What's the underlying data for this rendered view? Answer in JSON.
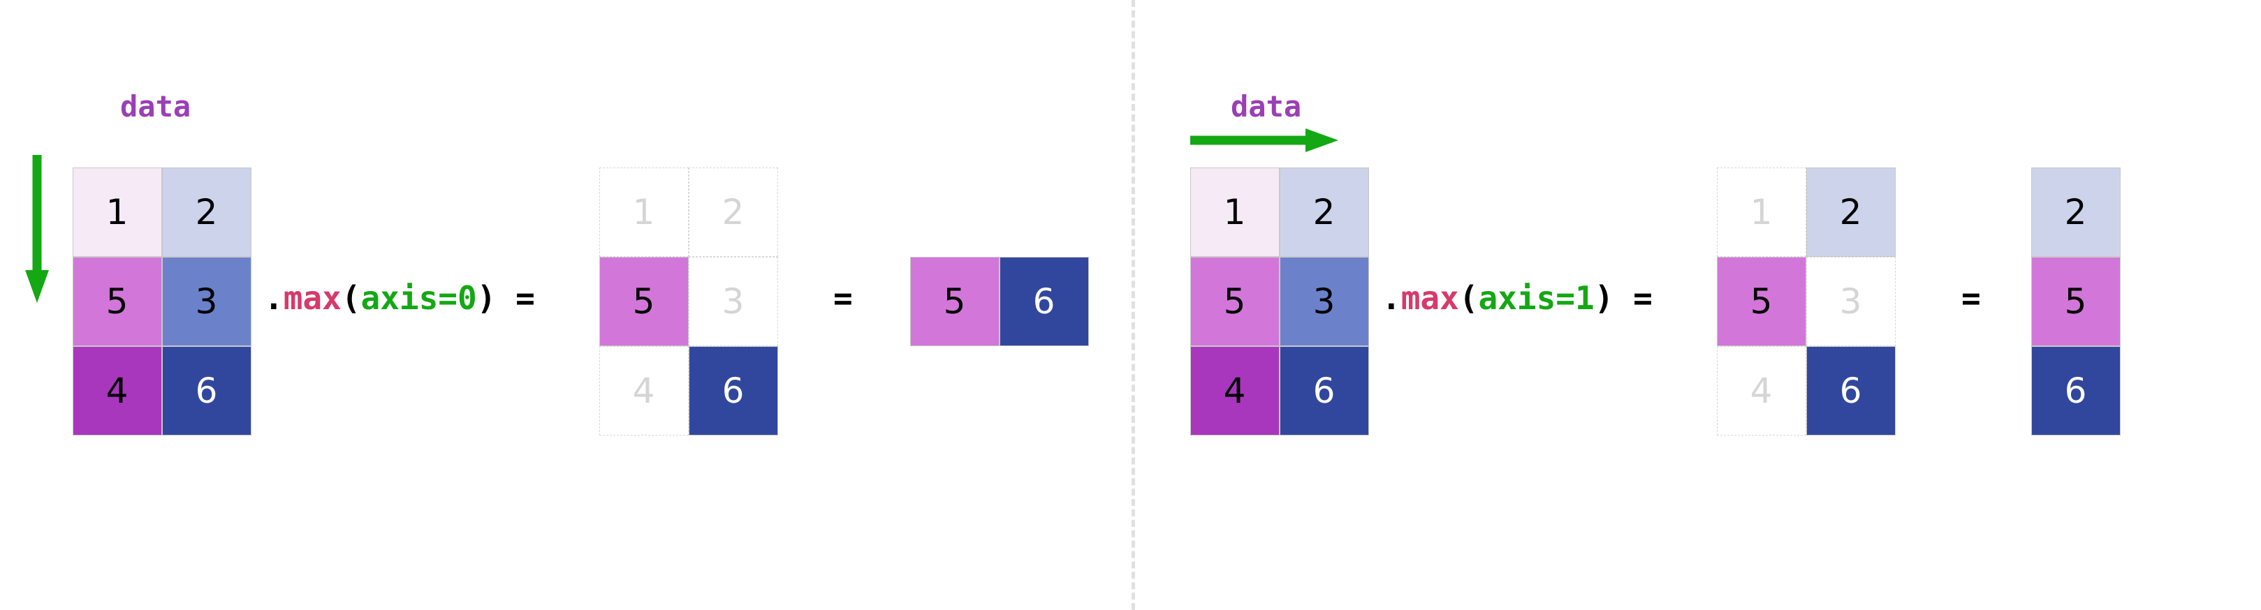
{
  "title": "numpy max axis reduction diagram",
  "divider": {
    "name": "panel-divider",
    "color": "#e0e0e0"
  },
  "palette": {
    "cell_r0c0": "#f6eaf7",
    "cell_r0c1": "#ccd3ea",
    "cell_r1c0": "#d277d9",
    "cell_r1c1": "#6b82cb",
    "cell_r2c0": "#a837bd",
    "cell_r2c1": "#31479e",
    "ghost_border": "#d8d8d8",
    "ghost_text": "#d5d5d5",
    "arrow_green": "#14a814",
    "data_purple": "#9b3fb5",
    "fn_crimson": "#d63a6a",
    "arg_green": "#14a814",
    "cell_border": "#c8c8c8"
  },
  "panels": [
    {
      "id": "axis0",
      "data_label": "data",
      "arrow": {
        "name": "arrow-down-icon",
        "direction": "down"
      },
      "expression": {
        "dot": ".",
        "fn": "max",
        "open": "(",
        "arg": "axis=0",
        "close": ")",
        "equals": "="
      },
      "equals2": "=",
      "source_matrix": {
        "name": "source-matrix-axis0",
        "rows": 3,
        "cols": 2,
        "cells": [
          [
            {
              "value": "1",
              "bg": "#f6eaf7",
              "text": "dark",
              "ghost": false
            },
            {
              "value": "2",
              "bg": "#ccd3ea",
              "text": "dark",
              "ghost": false
            }
          ],
          [
            {
              "value": "5",
              "bg": "#d277d9",
              "text": "dark",
              "ghost": false
            },
            {
              "value": "3",
              "bg": "#6b82cb",
              "text": "dark",
              "ghost": false
            }
          ],
          [
            {
              "value": "4",
              "bg": "#a837bd",
              "text": "dark",
              "ghost": false
            },
            {
              "value": "6",
              "bg": "#31479e",
              "text": "light",
              "ghost": false
            }
          ]
        ]
      },
      "highlight_matrix": {
        "name": "highlight-matrix-axis0",
        "rows": 3,
        "cols": 2,
        "cells": [
          [
            {
              "value": "1",
              "bg": "#ffffff",
              "text": "ghost",
              "ghost": true
            },
            {
              "value": "2",
              "bg": "#ffffff",
              "text": "ghost",
              "ghost": true
            }
          ],
          [
            {
              "value": "5",
              "bg": "#d277d9",
              "text": "dark",
              "ghost": false
            },
            {
              "value": "3",
              "bg": "#ffffff",
              "text": "ghost",
              "ghost": true
            }
          ],
          [
            {
              "value": "4",
              "bg": "#ffffff",
              "text": "ghost",
              "ghost": true
            },
            {
              "value": "6",
              "bg": "#31479e",
              "text": "light",
              "ghost": false
            }
          ]
        ]
      },
      "result_matrix": {
        "name": "result-matrix-axis0",
        "rows": 1,
        "cols": 2,
        "cells": [
          [
            {
              "value": "5",
              "bg": "#d277d9",
              "text": "dark",
              "ghost": false
            },
            {
              "value": "6",
              "bg": "#31479e",
              "text": "light",
              "ghost": false
            }
          ]
        ]
      }
    },
    {
      "id": "axis1",
      "data_label": "data",
      "arrow": {
        "name": "arrow-right-icon",
        "direction": "right"
      },
      "expression": {
        "dot": ".",
        "fn": "max",
        "open": "(",
        "arg": "axis=1",
        "close": ")",
        "equals": "="
      },
      "equals2": "=",
      "source_matrix": {
        "name": "source-matrix-axis1",
        "rows": 3,
        "cols": 2,
        "cells": [
          [
            {
              "value": "1",
              "bg": "#f6eaf7",
              "text": "dark",
              "ghost": false
            },
            {
              "value": "2",
              "bg": "#ccd3ea",
              "text": "dark",
              "ghost": false
            }
          ],
          [
            {
              "value": "5",
              "bg": "#d277d9",
              "text": "dark",
              "ghost": false
            },
            {
              "value": "3",
              "bg": "#6b82cb",
              "text": "dark",
              "ghost": false
            }
          ],
          [
            {
              "value": "4",
              "bg": "#a837bd",
              "text": "dark",
              "ghost": false
            },
            {
              "value": "6",
              "bg": "#31479e",
              "text": "light",
              "ghost": false
            }
          ]
        ]
      },
      "highlight_matrix": {
        "name": "highlight-matrix-axis1",
        "rows": 3,
        "cols": 2,
        "cells": [
          [
            {
              "value": "1",
              "bg": "#ffffff",
              "text": "ghost",
              "ghost": true
            },
            {
              "value": "2",
              "bg": "#ccd3ea",
              "text": "dark",
              "ghost": false
            }
          ],
          [
            {
              "value": "5",
              "bg": "#d277d9",
              "text": "dark",
              "ghost": false
            },
            {
              "value": "3",
              "bg": "#ffffff",
              "text": "ghost",
              "ghost": true
            }
          ],
          [
            {
              "value": "4",
              "bg": "#ffffff",
              "text": "ghost",
              "ghost": true
            },
            {
              "value": "6",
              "bg": "#31479e",
              "text": "light",
              "ghost": false
            }
          ]
        ]
      },
      "result_matrix": {
        "name": "result-matrix-axis1",
        "rows": 3,
        "cols": 1,
        "cells": [
          [
            {
              "value": "2",
              "bg": "#ccd3ea",
              "text": "dark",
              "ghost": false
            }
          ],
          [
            {
              "value": "5",
              "bg": "#d277d9",
              "text": "dark",
              "ghost": false
            }
          ],
          [
            {
              "value": "6",
              "bg": "#31479e",
              "text": "light",
              "ghost": false
            }
          ]
        ]
      }
    }
  ]
}
